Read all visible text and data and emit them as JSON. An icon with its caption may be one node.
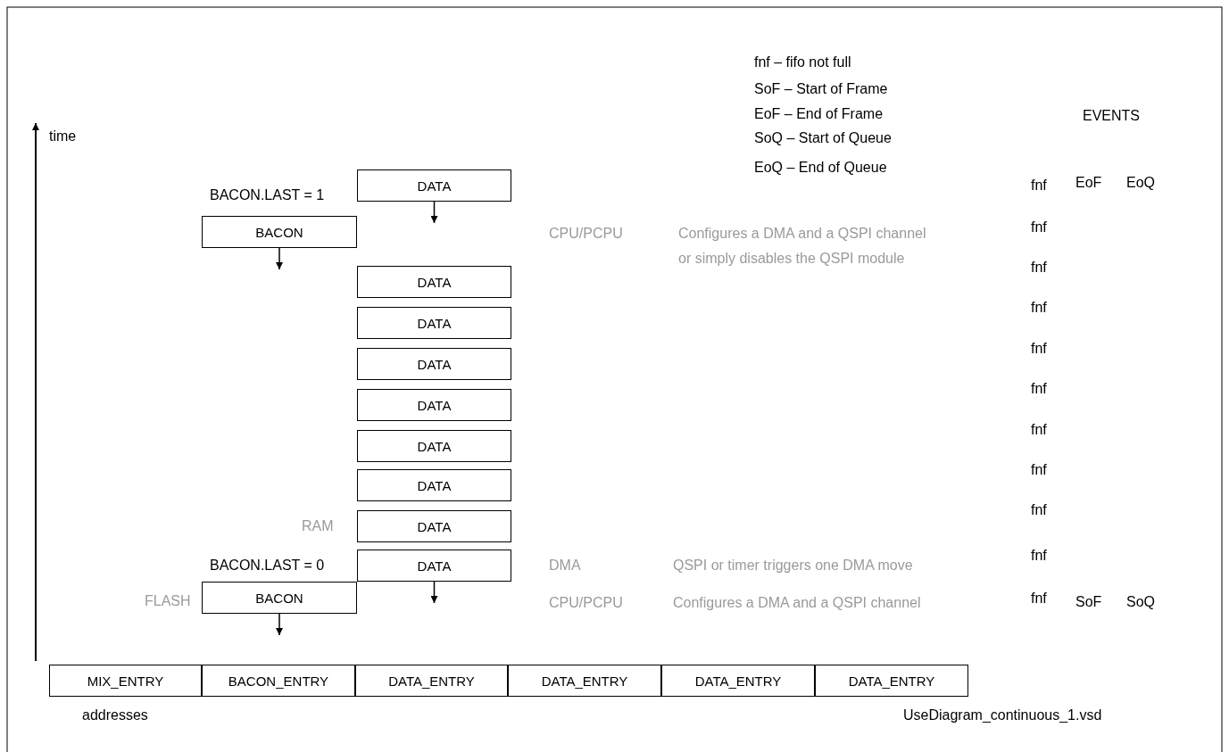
{
  "diagram": {
    "nodes": [
      {
        "text": [
          "DATA"
        ]
      },
      {
        "text": [
          "BACON"
        ]
      },
      {
        "text": [
          "DATA"
        ]
      },
      {
        "text": [
          "DATA"
        ]
      },
      {
        "text": [
          "DATA"
        ]
      },
      {
        "text": [
          "DATA"
        ]
      },
      {
        "text": [
          "DATA"
        ]
      },
      {
        "text": [
          "DATA"
        ]
      },
      {
        "text": [
          "DATA"
        ],
        "beside": [
          "RAM"
        ]
      },
      {
        "text": [
          "DATA"
        ]
      },
      {
        "text": [
          "BACON"
        ],
        "beside": [
          "FLASH"
        ]
      },
      {
        "text": [
          "MIX_ENTRY"
        ]
      },
      {
        "text": [
          "BACON_ENTRY"
        ]
      },
      {
        "text": [
          "DATA_ENTRY"
        ]
      },
      {
        "text": [
          "DATA_ENTRY"
        ]
      },
      {
        "text": [
          "DATA_ENTRY"
        ]
      },
      {
        "text": [
          "DATA_ENTRY"
        ]
      }
    ],
    "edges": [
      {
        "from": 0,
        "to": null,
        "arrow": "to"
      },
      {
        "from": 1,
        "to": null,
        "arrow": "to"
      },
      {
        "from": 9,
        "to": null,
        "arrow": "to"
      },
      {
        "from": 10,
        "to": null,
        "arrow": "to"
      }
    ],
    "labels": [
      "fnf – fifo not full",
      "SoF – Start of Frame",
      "EoF – End of Frame",
      "EVENTS",
      "time",
      "SoQ – Start of Queue",
      "EoQ – End of Queue",
      "BACON.LAST = 1",
      "fnf",
      "EoF",
      "EoQ",
      "CPU/PCPU",
      "Configures a DMA and a QSPI channel or simply disables the QSPI module",
      "fnf",
      "fnf",
      "fnf",
      "fnf",
      "fnf",
      "fnf",
      "fnf",
      "fnf",
      "BACON.LAST = 0",
      "DMA",
      "QSPI or timer triggers one DMA move",
      "fnf",
      "CPU/PCPU",
      "Configures a DMA and a QSPI channel",
      "fnf",
      "SoF",
      "SoQ",
      "addresses",
      "UseDiagram_continuous_1.vsd"
    ]
  }
}
